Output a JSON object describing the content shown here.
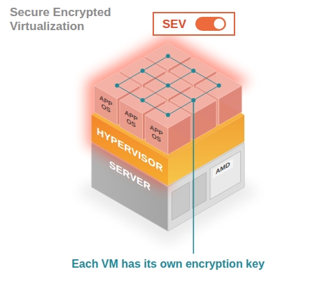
{
  "diagram": {
    "title": "Secure Encrypted Virtualization",
    "nodes": [
      {
        "text": [
          "SEV"
        ]
      },
      {
        "text": [
          "APP OS"
        ]
      },
      {
        "text": [
          "APP OS"
        ]
      },
      {
        "text": [
          "APP OS"
        ]
      },
      {
        "text": [
          "HYPERVISOR"
        ]
      },
      {
        "text": [
          "SERVER"
        ]
      }
    ],
    "labels": [
      "AMD",
      "Each VM has its own encryption key"
    ]
  }
}
